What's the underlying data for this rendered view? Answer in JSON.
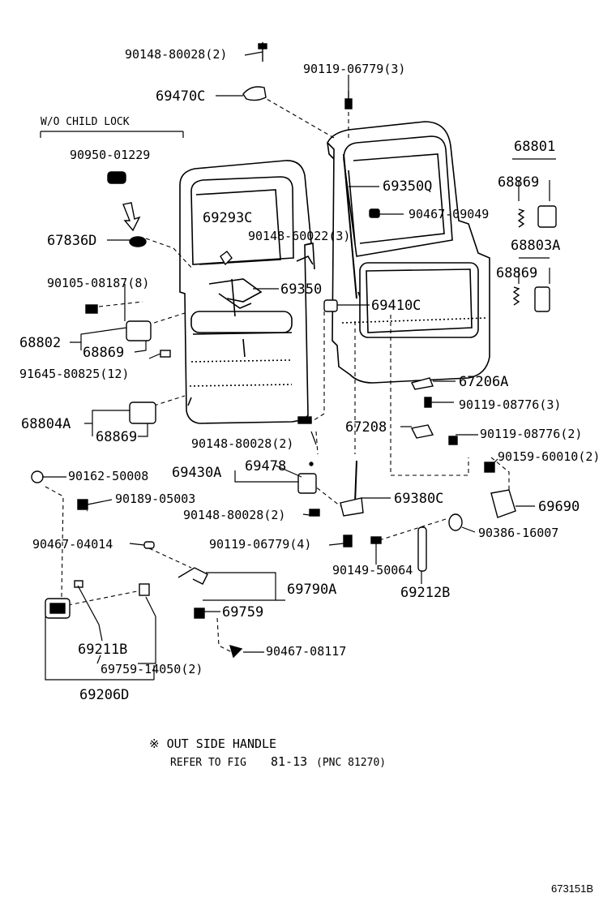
{
  "diagram": {
    "variant_header": "W/O CHILD LOCK",
    "note_line1": "※ OUT SIDE HANDLE",
    "note_line2_a": "REFER TO FIG",
    "note_line2_b": "81-13",
    "note_line2_c": "(PNC 81270)",
    "figure_id": "673151B",
    "parts": {
      "p90148_80028_top": "90148-80028(2)",
      "p69470C": "69470C",
      "p90119_06779_3": "90119-06779(3)",
      "p90950_01229": "90950-01229",
      "p69293C": "69293C",
      "p90148_60022": "90148-60022(3)",
      "p67836D": "67836D",
      "p69350Q": "69350Q",
      "p90467_09049": "90467-09049",
      "p68801": "68801",
      "p68869_a": "68869",
      "p68803A": "68803A",
      "p68869_b": "68869",
      "p90105_08187": "90105-08187(8)",
      "p69350": "69350",
      "p69410C": "69410C",
      "p68802": "68802",
      "p68869_c": "68869",
      "p91645_80825": "91645-80825(12)",
      "p67206A": "67206A",
      "p90119_08776_3": "90119-08776(3)",
      "p68804A": "68804A",
      "p68869_d": "68869",
      "p67208": "67208",
      "p90119_08776_2": "90119-08776(2)",
      "p90148_80028_mid": "90148-80028(2)",
      "p90159_60010": "90159-60010(2)",
      "p90162_50008": "90162-50008",
      "p69430A": "69430A",
      "p69478": "69478",
      "p90189_05003": "90189-05003",
      "p69380C": "69380C",
      "p69690": "69690",
      "p90148_80028_low": "90148-80028(2)",
      "p90386_16007": "90386-16007",
      "p90467_04014": "90467-04014",
      "p90119_06779_4": "90119-06779(4)",
      "p90149_50064": "90149-50064",
      "p69790A": "69790A",
      "p69212B": "69212B",
      "p69759": "69759",
      "p90467_08117": "90467-08117",
      "p69211B": "69211B",
      "p69759_14050": "69759-14050(2)",
      "p69206D": "69206D"
    }
  }
}
